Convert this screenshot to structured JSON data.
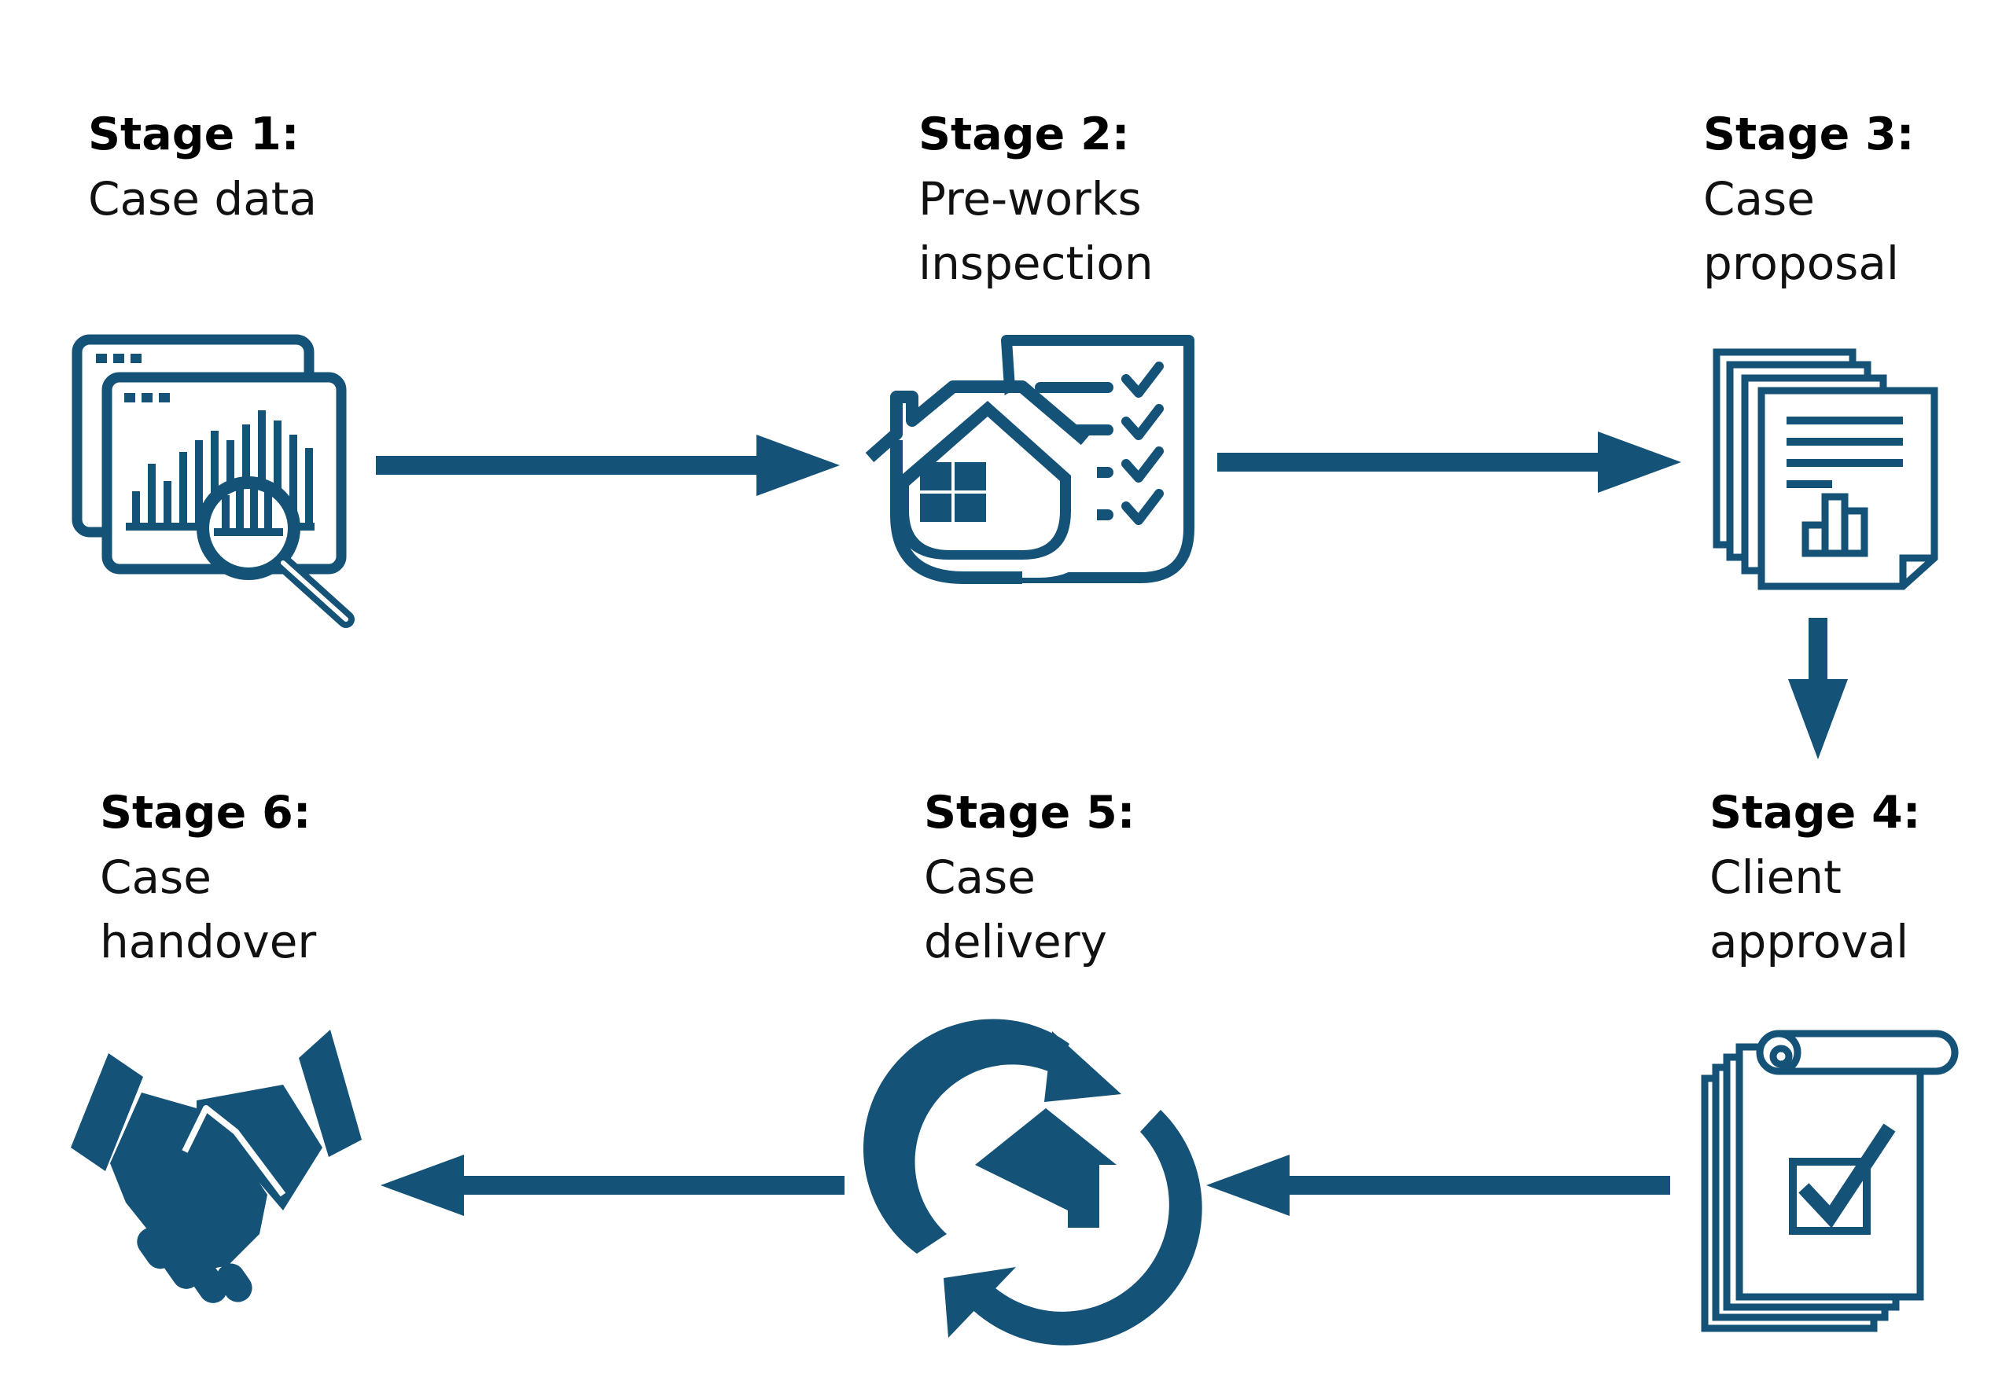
{
  "accent": "#155277",
  "stages": [
    {
      "title": "Stage 1:",
      "lines": [
        "Case data"
      ],
      "icon": "data-analysis-icon"
    },
    {
      "title": "Stage 2:",
      "lines": [
        "Pre-works",
        "inspection"
      ],
      "icon": "house-checklist-icon"
    },
    {
      "title": "Stage 3:",
      "lines": [
        "Case",
        "proposal"
      ],
      "icon": "report-documents-icon"
    },
    {
      "title": "Stage 4:",
      "lines": [
        "Client",
        "approval"
      ],
      "icon": "approved-document-icon"
    },
    {
      "title": "Stage 5:",
      "lines": [
        "Case",
        "delivery"
      ],
      "icon": "house-cycle-icon"
    },
    {
      "title": "Stage 6:",
      "lines": [
        "Case",
        "handover"
      ],
      "icon": "handshake-icon"
    }
  ]
}
